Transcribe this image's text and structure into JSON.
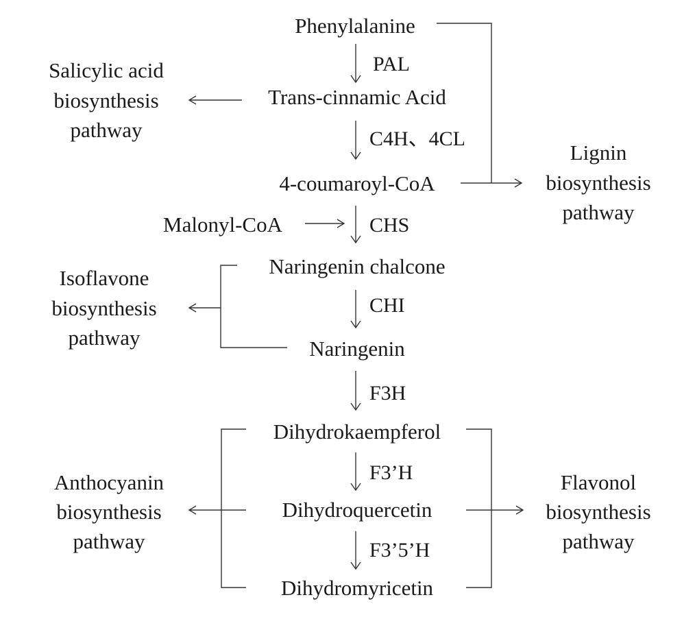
{
  "compounds": {
    "phenylalanine": "Phenylalanine",
    "trans_cinnamic_acid": "Trans-cinnamic Acid",
    "coumaroyl_coa": "4-coumaroyl-CoA",
    "malonyl_coa": "Malonyl-CoA",
    "naringenin_chalcone": "Naringenin chalcone",
    "naringenin": "Naringenin",
    "dihydrokaempferol": "Dihydrokaempferol",
    "dihydroquercetin": "Dihydroquercetin",
    "dihydromyricetin": "Dihydromyricetin"
  },
  "enzymes": {
    "pal": "PAL",
    "c4h_4cl": "C4H、4CL",
    "chs": "CHS",
    "chi": "CHI",
    "f3h": "F3H",
    "f3prime_h": "F3’H",
    "f3prime5prime_h": "F3’5’H"
  },
  "pathways": {
    "salicylic": [
      "Salicylic acid",
      "biosynthesis",
      "pathway"
    ],
    "lignin": [
      "Lignin",
      "biosynthesis",
      "pathway"
    ],
    "isoflavone": [
      "Isoflavone",
      "biosynthesis",
      "pathway"
    ],
    "anthocyanin": [
      "Anthocyanin",
      "biosynthesis",
      "pathway"
    ],
    "flavonol": [
      "Flavonol",
      "biosynthesis",
      "pathway"
    ]
  },
  "colors": {
    "text": "#1a1a1a",
    "line": "#333333",
    "background": "#ffffff"
  }
}
